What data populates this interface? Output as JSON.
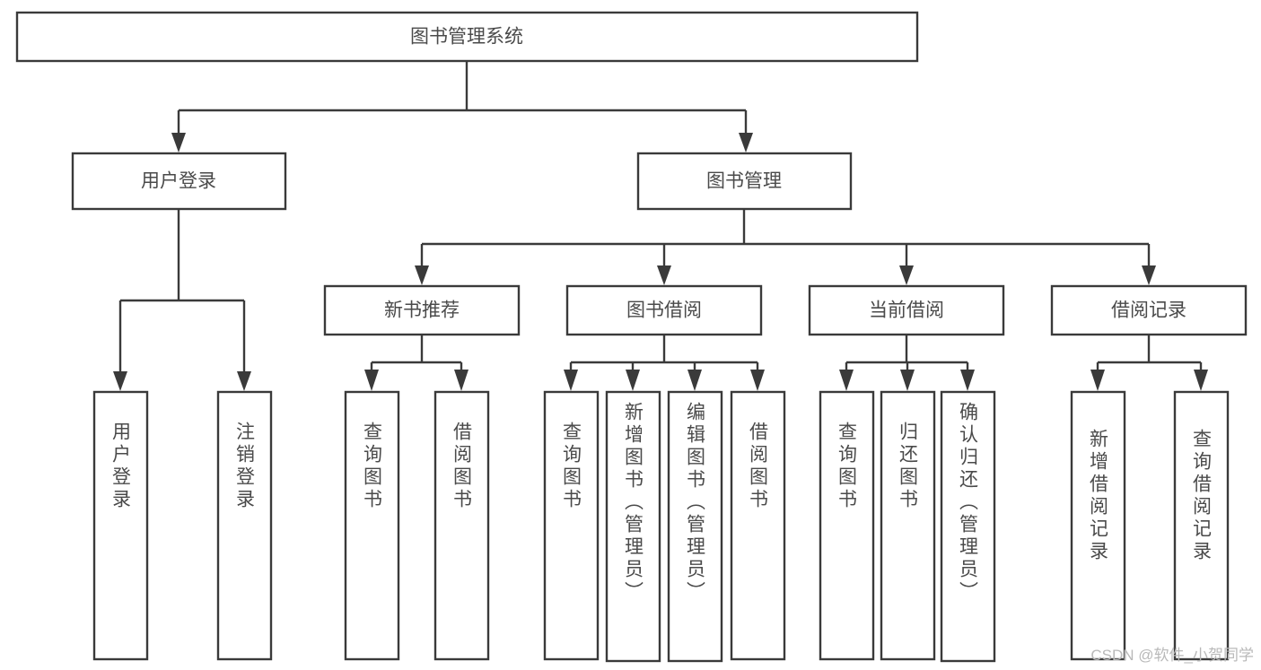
{
  "diagram": {
    "type": "tree",
    "title": "图书管理系统",
    "orientation": "top-down",
    "colors": {
      "box_stroke": "#3a3a3a",
      "box_fill": "#ffffff",
      "text": "#4a4a4a",
      "background": "#ffffff",
      "watermark": "#b9b9b9"
    },
    "root": {
      "label": "图书管理系统"
    },
    "level2": [
      {
        "label": "用户登录"
      },
      {
        "label": "图书管理"
      }
    ],
    "level3": [
      {
        "label": "新书推荐"
      },
      {
        "label": "图书借阅"
      },
      {
        "label": "当前借阅"
      },
      {
        "label": "借阅记录"
      }
    ],
    "leaves": {
      "user_login": [
        {
          "label": "用户登录"
        },
        {
          "label": "注销登录"
        }
      ],
      "new_book_recommend": [
        {
          "label": "查询图书"
        },
        {
          "label": "借阅图书"
        }
      ],
      "book_borrow": [
        {
          "label": "查询图书"
        },
        {
          "label": "新增图书（管理员）"
        },
        {
          "label": "编辑图书（管理员）"
        },
        {
          "label": "借阅图书"
        }
      ],
      "current_borrow": [
        {
          "label": "查询图书"
        },
        {
          "label": "归还图书"
        },
        {
          "label": "确认归还（管理员）"
        }
      ],
      "borrow_record": [
        {
          "label": "新增借阅记录"
        },
        {
          "label": "查询借阅记录"
        }
      ]
    }
  },
  "watermark": {
    "text": "CSDN @软件_小贺同学"
  }
}
